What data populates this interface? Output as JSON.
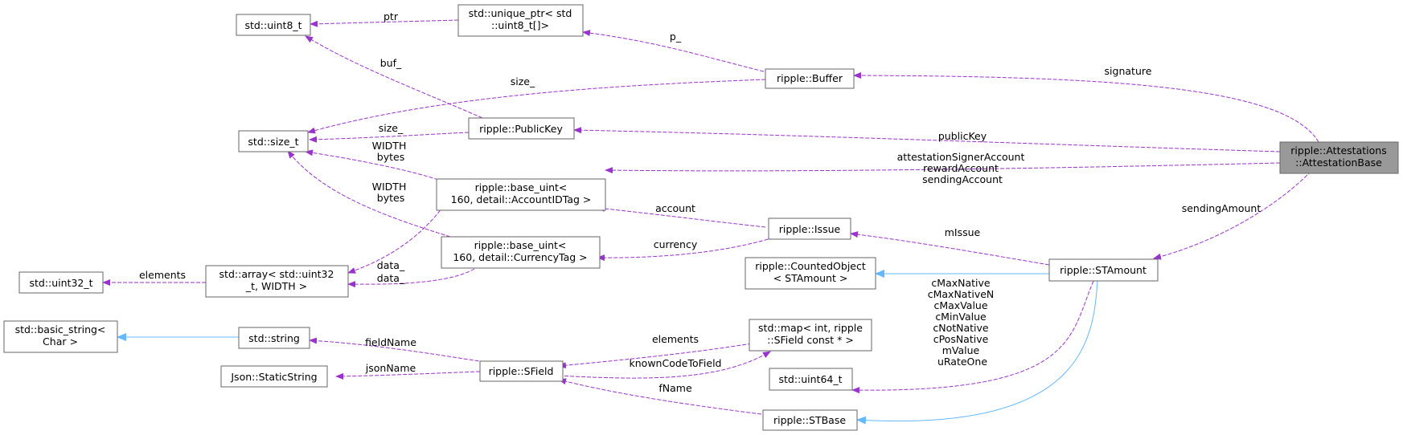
{
  "nodes": {
    "uint8": "std::uint8_t",
    "unique_ptr": [
      "std::unique_ptr< std",
      "::uint8_t[]>"
    ],
    "buffer": "ripple::Buffer",
    "size_t": "std::size_t",
    "publickey": "ripple::PublicKey",
    "attestation": [
      "ripple::Attestations",
      "::AttestationBase"
    ],
    "base_uint_account": [
      "ripple::base_uint<",
      "160, detail::AccountIDTag >"
    ],
    "base_uint_currency": [
      "ripple::base_uint<",
      "160, detail::CurrencyTag >"
    ],
    "issue": "ripple::Issue",
    "uint32": "std::uint32_t",
    "array": [
      "std::array< std::uint32",
      "_t, WIDTH >"
    ],
    "counted": [
      "ripple::CountedObject",
      "< STAmount >"
    ],
    "stamount": "ripple::STAmount",
    "basic_string": [
      "std::basic_string<",
      "Char >"
    ],
    "string": "std::string",
    "map": [
      "std::map< int, ripple",
      "::SField const * >"
    ],
    "staticstring": "Json::StaticString",
    "sfield": "ripple::SField",
    "uint64": "std::uint64_t",
    "stbase": "ripple::STBase"
  },
  "edge_labels": {
    "ptr": "ptr",
    "p_": "p_",
    "buf_": "buf_",
    "signature": "signature",
    "size_buffer": "size_",
    "size_pubkey": "size_",
    "publicKey": "publicKey",
    "width_bytes_1": [
      "WIDTH",
      "bytes"
    ],
    "width_bytes_2": [
      "WIDTH",
      "bytes"
    ],
    "accounts": [
      "attestationSignerAccount",
      "rewardAccount",
      "sendingAccount"
    ],
    "account": "account",
    "sendingAmount": "sendingAmount",
    "currency": "currency",
    "mIssue": "mIssue",
    "data_1": "data_",
    "data_2": "data_",
    "elements_array": "elements",
    "cmax": [
      "cMaxNative",
      "cMaxNativeN",
      "cMaxValue",
      "cMinValue",
      "cNotNative",
      "cPosNative",
      "mValue",
      "uRateOne"
    ],
    "fieldName": "fieldName",
    "elements_map": "elements",
    "knownCodeToField": "knownCodeToField",
    "jsonName": "jsonName",
    "fName": "fName"
  },
  "colors": {
    "usage_edge": "#9a32cd",
    "inheritance_edge": "#63b8ff",
    "node_border": "#666666",
    "root_fill": "#999999"
  }
}
